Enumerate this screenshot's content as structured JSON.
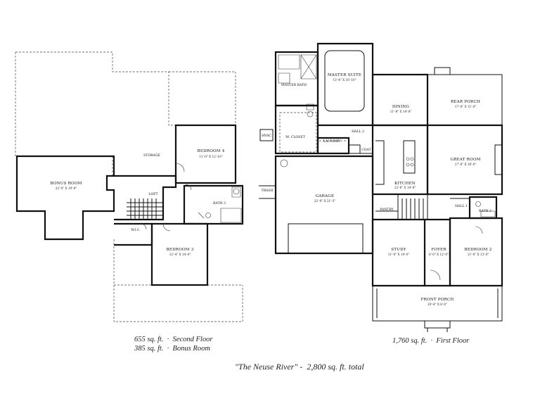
{
  "second_floor": {
    "rooms": [
      {
        "id": "bonus",
        "name": "BONUS ROOM",
        "dim": "22'-0\" X 19'-8\""
      },
      {
        "id": "storage",
        "name": "STORAGE",
        "dim": ""
      },
      {
        "id": "bedroom4",
        "name": "BEDROOM 4",
        "dim": "11'-0\" X 12'-10\""
      },
      {
        "id": "loft",
        "name": "LOFT",
        "dim": ""
      },
      {
        "id": "bath3",
        "name": "BATH 3",
        "dim": ""
      },
      {
        "id": "wic",
        "name": "W.I.C.",
        "dim": ""
      },
      {
        "id": "bedroom3",
        "name": "BEDROOM 3",
        "dim": "12'-4\" X 14'-0\""
      }
    ],
    "caption_line1_area": "655 sq. ft.",
    "caption_line1_label": "Second Floor",
    "caption_line2_area": "385 sq. ft.",
    "caption_line2_label": "Bonus Room"
  },
  "first_floor": {
    "rooms": [
      {
        "id": "master_suite",
        "name": "MASTER SUITE",
        "dim": "13'-4\" X 16'-10\""
      },
      {
        "id": "master_bath",
        "name": "MASTER BATH",
        "dim": ""
      },
      {
        "id": "hvac",
        "name": "HVAC",
        "dim": ""
      },
      {
        "id": "m_closet",
        "name": "M. CLOSET",
        "dim": ""
      },
      {
        "id": "laundry",
        "name": "LAUNDRY",
        "dim": ""
      },
      {
        "id": "hall2",
        "name": "HALL 2",
        "dim": ""
      },
      {
        "id": "coat",
        "name": "COAT",
        "dim": ""
      },
      {
        "id": "dining",
        "name": "DINING",
        "dim": "11'-8\" X 14'-8\""
      },
      {
        "id": "rear_porch",
        "name": "REAR PORCH",
        "dim": "17'-0\" X 11'-0\""
      },
      {
        "id": "great_room",
        "name": "GREAT ROOM",
        "dim": "17'-0\" X 16'-0\""
      },
      {
        "id": "kitchen",
        "name": "KITCHEN",
        "dim": "12'-6\" X 14'-6\""
      },
      {
        "id": "pantry",
        "name": "PANTRY",
        "dim": ""
      },
      {
        "id": "garage",
        "name": "GARAGE",
        "dim": "22'-0\" X 21'-5\""
      },
      {
        "id": "trash",
        "name": "TRASH",
        "dim": ""
      },
      {
        "id": "hall1",
        "name": "HALL 1",
        "dim": ""
      },
      {
        "id": "bath2",
        "name": "BATH 2",
        "dim": ""
      },
      {
        "id": "study",
        "name": "STUDY",
        "dim": "11'-0\" X 14'-0\""
      },
      {
        "id": "foyer",
        "name": "FOYER",
        "dim": "6'-0\" X 12'-0\""
      },
      {
        "id": "bedroom2",
        "name": "BEDROOM 2",
        "dim": "11'-0\" X 13'-0\""
      },
      {
        "id": "front_porch",
        "name": "FRONT PORCH",
        "dim": "29'-4\" X 8'-0\""
      }
    ],
    "caption_area": "1,760 sq. ft.",
    "caption_label": "First Floor"
  },
  "title": {
    "name": "\"The Neuse River\"",
    "total": "2,800 sq. ft. total"
  },
  "colors": {
    "line": "#111111",
    "background": "#ffffff"
  }
}
